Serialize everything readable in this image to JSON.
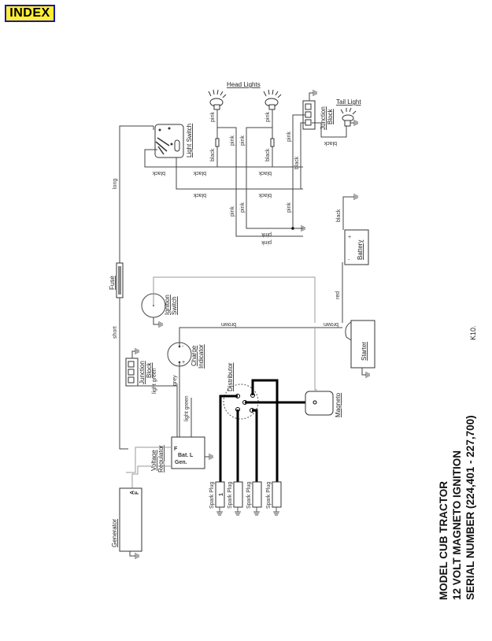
{
  "index_button": {
    "label": "INDEX",
    "bg_color": "#ffee33",
    "border_color": "#1a1aa0"
  },
  "title": {
    "line1": "MODEL CUB TRACTOR",
    "line2": "12 VOLT MAGNETO IGNITION",
    "line3": "SERIAL NUMBER (224,401 - 227,700)"
  },
  "page_code": "K10.",
  "components": {
    "head_lights": "Head Lights",
    "light_switch": "Light Switch",
    "junction_block_rear": [
      "Junction",
      "Block"
    ],
    "tail_light": "Tail Light",
    "battery": "Battery",
    "fuse": "Fuse",
    "ignition_switch": [
      "Ignition",
      "Switch"
    ],
    "charge_indicator": [
      "Charge",
      "Indicator"
    ],
    "junction_block_front": [
      "Junction",
      "Block"
    ],
    "starter": "Starter",
    "distributor": "Distributor",
    "magneto": "Magneto",
    "voltage_regulator": [
      "Voltage",
      "Regulator"
    ],
    "generator": "Generator",
    "spark_plugs": [
      "Spark Plug",
      "Spark Plug",
      "Spark Plug",
      "Spark Plug"
    ]
  },
  "terminals": {
    "regulator": [
      "F",
      "Bat.",
      "L",
      "Gen."
    ],
    "generator": [
      "A",
      "F"
    ],
    "charge_indicator": [
      "-",
      "+"
    ],
    "battery": [
      "+",
      "-"
    ],
    "spark_plug_1": "1"
  },
  "wire_labels": {
    "long": "long",
    "short": "short",
    "pink": "pink",
    "black": "black",
    "red": "red",
    "brown": "brown",
    "grey": "grey",
    "light_green": "light green"
  }
}
